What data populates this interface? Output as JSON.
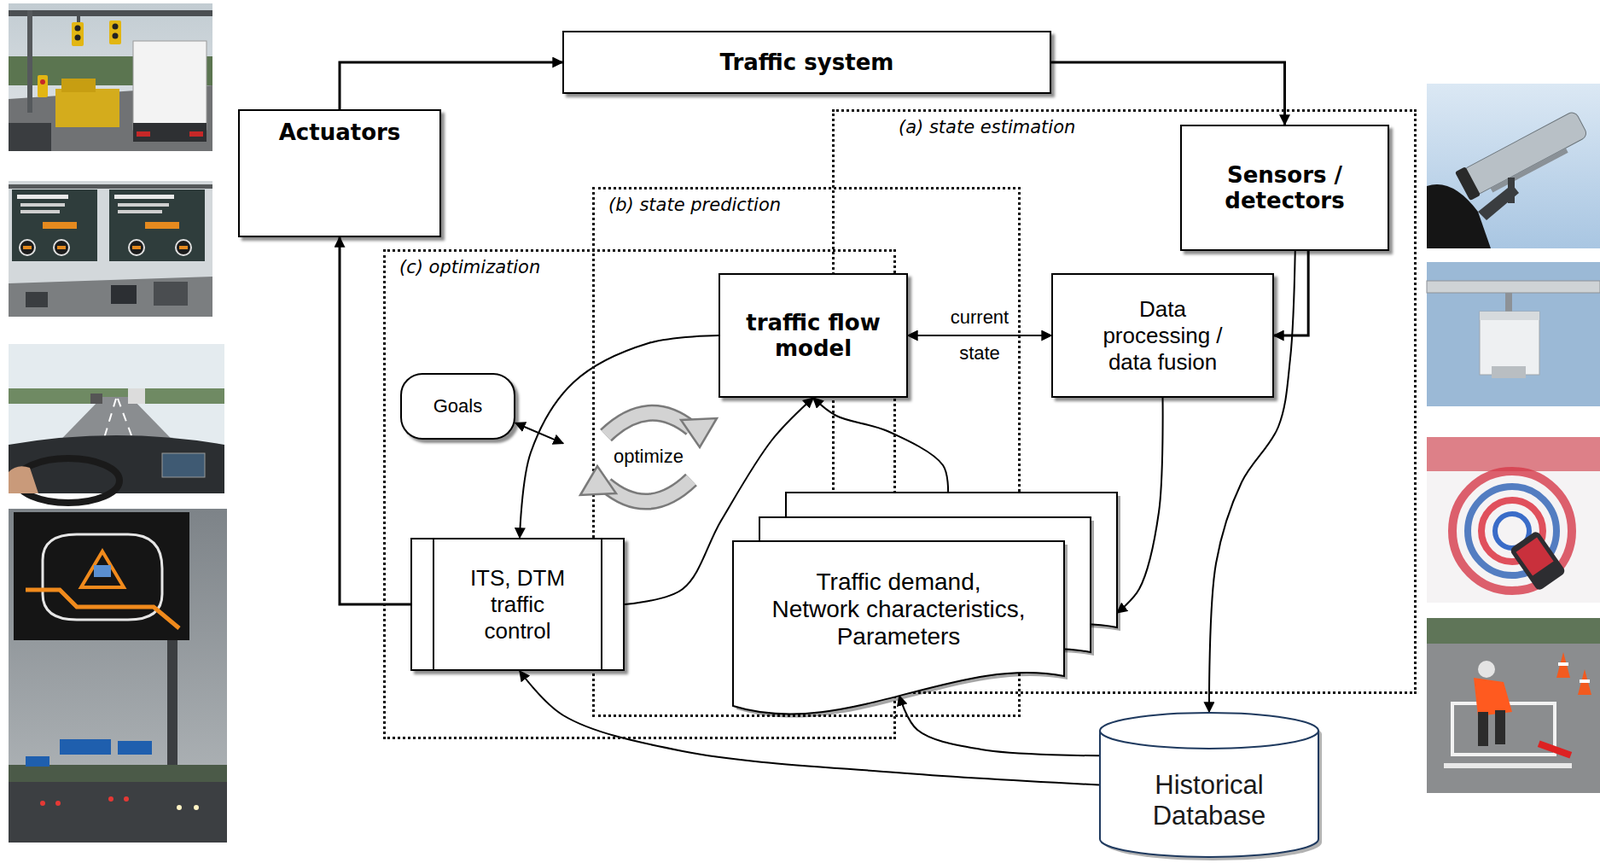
{
  "diagram": {
    "nodes": [
      {
        "text": [
          "Traffic system"
        ]
      },
      {
        "text": [
          "Actuators"
        ]
      },
      {
        "text": [
          "(a) state estimation"
        ]
      },
      {
        "text": [
          "Sensors / detectors"
        ],
        "in": 2
      },
      {
        "text": [
          "(b) state prediction"
        ]
      },
      {
        "text": [
          "(c) optimization"
        ]
      },
      {
        "text": [
          "Goals"
        ],
        "in": 5
      },
      {
        "text": [
          "optimize"
        ],
        "in": 5
      },
      {
        "text": [
          "traffic flow model"
        ],
        "in": 4
      },
      {
        "text": [
          "Data processing / data fusion"
        ],
        "in": 2
      },
      {
        "text": [
          "ITS, DTM traffic control"
        ],
        "in": 5
      },
      {
        "text": [
          "Traffic demand, Network characteristics, Parameters"
        ]
      },
      {
        "text": [
          "Historical Database"
        ]
      }
    ],
    "edges": [
      {
        "from": 1,
        "to": 0,
        "arrow": "to"
      },
      {
        "from": 0,
        "to": 3,
        "arrow": "to"
      },
      {
        "from": 3,
        "to": 9,
        "arrow": "to"
      },
      {
        "from": 3,
        "to": 12,
        "arrow": "to"
      },
      {
        "from": 8,
        "to": 9,
        "arrow": "both",
        "label": "current state"
      },
      {
        "from": 9,
        "to": 11,
        "arrow": "to"
      },
      {
        "from": 8,
        "to": 10,
        "arrow": "to"
      },
      {
        "from": 10,
        "to": 8,
        "arrow": "to"
      },
      {
        "from": 11,
        "to": 8,
        "arrow": "to"
      },
      {
        "from": 10,
        "to": 1,
        "arrow": "to"
      },
      {
        "from": 6,
        "to": 7,
        "arrow": "both"
      },
      {
        "from": 12,
        "to": 10,
        "arrow": "to"
      },
      {
        "from": 12,
        "to": 11,
        "arrow": "to"
      }
    ]
  }
}
